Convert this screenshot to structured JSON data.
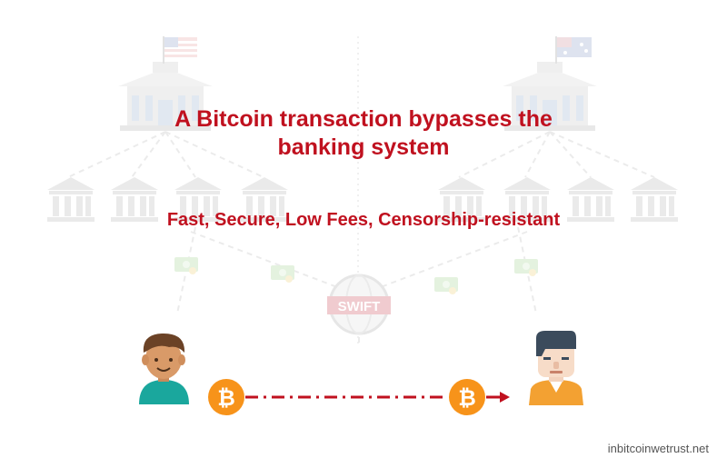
{
  "headline": {
    "title": "A Bitcoin transaction bypasses the banking system",
    "subtitle": "Fast, Secure, Low Fees, Censorship-resistant"
  },
  "network": {
    "hub_label": "SWIFT",
    "sender_flag": "united-states-flag-icon",
    "receiver_flag": "australia-flag-icon"
  },
  "transfer": {
    "coin_symbol": "₿",
    "arrow": "arrow-right-icon"
  },
  "credit": "inbitcoinwetrust.net",
  "colors": {
    "accent_red": "#c0111f",
    "bitcoin_orange": "#f7931a",
    "faded_gray": "#dcdcdc",
    "cash_green": "#cfe9c6"
  }
}
